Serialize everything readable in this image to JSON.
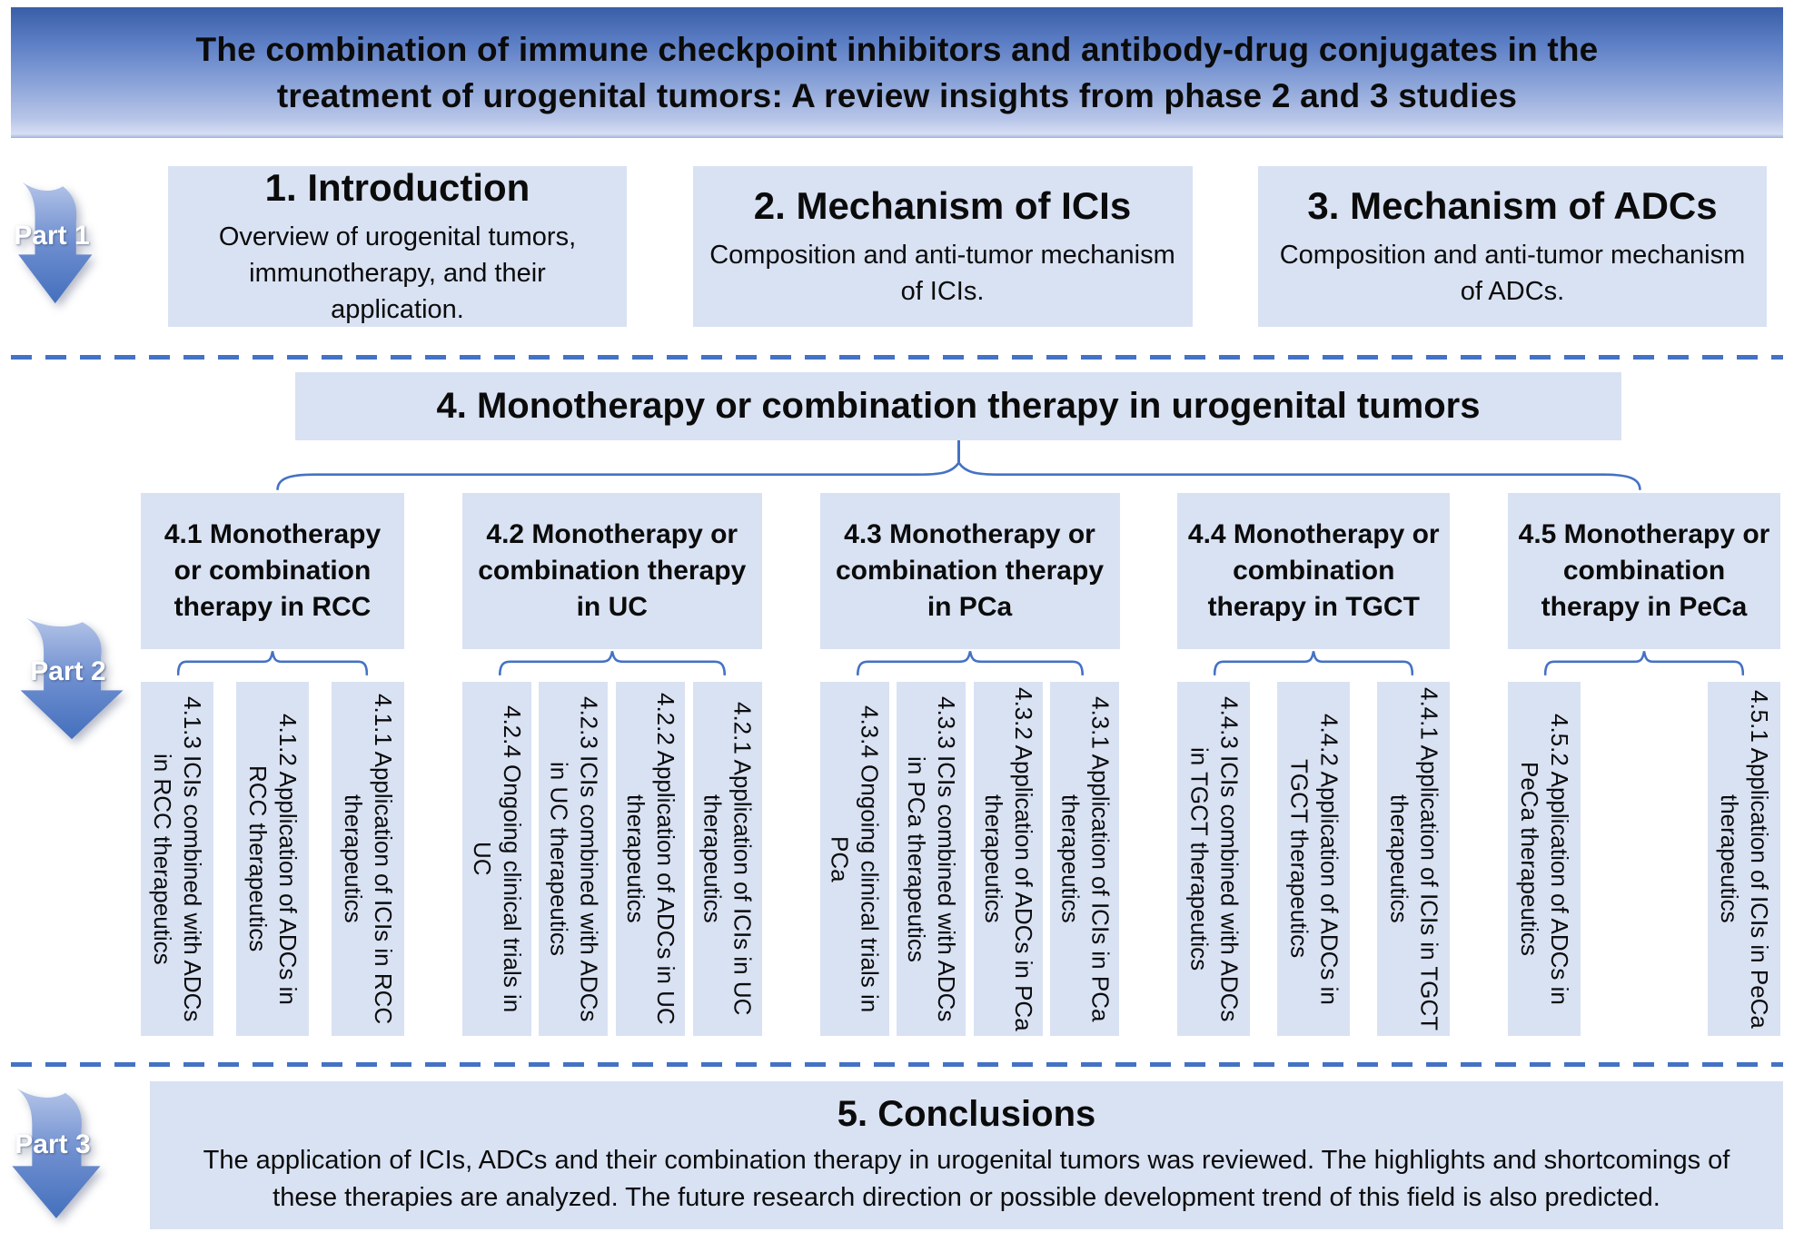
{
  "banner": {
    "line1": "The combination of immune checkpoint inhibitors and antibody-drug conjugates in the",
    "line2": "treatment of urogenital tumors: A review insights from phase 2 and 3 studies"
  },
  "parts": [
    {
      "label": "Part 1"
    },
    {
      "label": "Part 2"
    },
    {
      "label": "Part 3"
    }
  ],
  "part1_boxes": [
    {
      "title": "1. Introduction",
      "body": "Overview of urogenital tumors, immunotherapy, and their application."
    },
    {
      "title": "2. Mechanism of ICIs",
      "body": "Composition and anti-tumor mechanism of ICIs."
    },
    {
      "title": "3. Mechanism of ADCs",
      "body": "Composition and anti-tumor mechanism of ADCs."
    }
  ],
  "section4": {
    "title": "4. Monotherapy or combination therapy in urogenital tumors",
    "groups": [
      {
        "title": "4.1 Monotherapy or combination therapy in RCC",
        "subs": [
          "4.1.3 ICIs combined with ADCs in RCC therapeutics",
          "4.1.2 Application of ADCs in RCC therapeutics",
          "4.1.1 Application of ICIs in RCC therapeutics"
        ]
      },
      {
        "title": "4.2 Monotherapy or combination therapy in UC",
        "subs": [
          "4.2.4 Ongoing clinical trials in UC",
          "4.2.3 ICIs combined with ADCs in UC therapeutics",
          "4.2.2 Application of ADCs in UC therapeutics",
          "4.2.1 Application of ICIs in UC therapeutics"
        ]
      },
      {
        "title": "4.3 Monotherapy or combination therapy in PCa",
        "subs": [
          "4.3.4 Ongoing clinical trials in PCa",
          "4.3.3 ICIs combined with ADCs in PCa therapeutics",
          "4.3.2 Application of ADCs in PCa therapeutics",
          "4.3.1 Application of ICIs in PCa therapeutics"
        ]
      },
      {
        "title": "4.4 Monotherapy or combination therapy in TGCT",
        "subs": [
          "4.4.3 ICIs combined with ADCs in TGCT therapeutics",
          "4.4.2 Application of ADCs in TGCT therapeutics",
          "4.4.1 Application of ICIs in TGCT therapeutics"
        ]
      },
      {
        "title": "4.5 Monotherapy or combination therapy in PeCa",
        "subs": [
          "4.5.2 Application of ADCs in PeCa therapeutics",
          "4.5.1 Application of ICIs in PeCa therapeutics"
        ]
      }
    ]
  },
  "conclusions": {
    "title": "5. Conclusions",
    "body": "The application of ICIs, ADCs and their combination therapy in urogenital tumors was reviewed. The highlights and shortcomings of these therapies are analyzed. The future research direction or possible development trend of this field is also predicted."
  },
  "colors": {
    "box_fill": "#d9e2f3",
    "connector_blue": "#4472c4",
    "banner_top": "#395ea7",
    "banner_bottom": "#d6def2",
    "arrow_dark": "#4470bd",
    "arrow_light": "#b3c4e8"
  }
}
